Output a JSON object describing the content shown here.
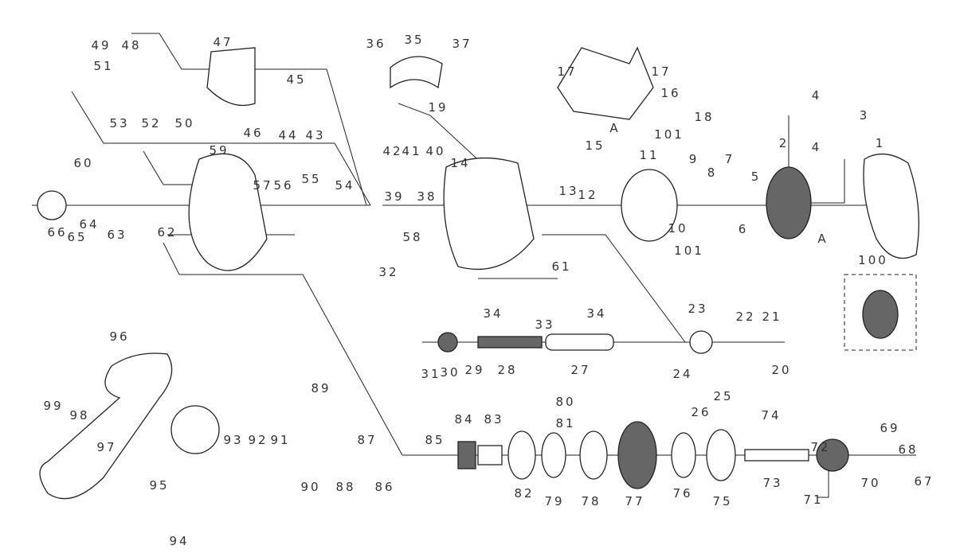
{
  "title": "Exploded parts diagram",
  "labels": [
    "49",
    "48",
    "47",
    "51",
    "45",
    "53",
    "52",
    "50",
    "46",
    "44",
    "43",
    "36",
    "35",
    "37",
    "17",
    "17",
    "16",
    "19",
    "18",
    "A",
    "15",
    "4",
    "3",
    "4",
    "2",
    "1",
    "101",
    "11",
    "9",
    "8",
    "7",
    "5",
    "6",
    "10",
    "101",
    "14",
    "42",
    "41",
    "40",
    "39",
    "38",
    "13",
    "12",
    "60",
    "59",
    "57",
    "56",
    "55",
    "54",
    "66",
    "65",
    "64",
    "63",
    "62",
    "58",
    "32",
    "61",
    "34",
    "33",
    "34",
    "A",
    "100",
    "23",
    "22",
    "21",
    "20",
    "31",
    "30",
    "29",
    "28",
    "27",
    "24",
    "25",
    "26",
    "96",
    "89",
    "80",
    "81",
    "74",
    "72",
    "69",
    "68",
    "67",
    "99",
    "98",
    "97",
    "93",
    "92",
    "91",
    "87",
    "85",
    "84",
    "83",
    "95",
    "94",
    "90",
    "88",
    "86",
    "82",
    "79",
    "78",
    "77",
    "76",
    "75",
    "73",
    "70",
    "71"
  ]
}
